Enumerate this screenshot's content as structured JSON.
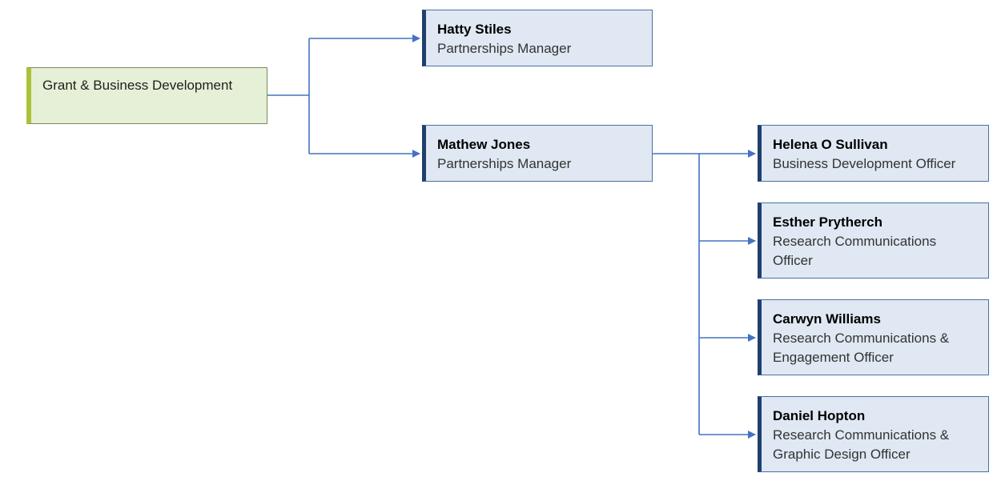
{
  "org_chart": {
    "root": {
      "label": "Grant & Business Development"
    },
    "level1": [
      {
        "name": "Hatty Stiles",
        "role": "Partnerships Manager"
      },
      {
        "name": "Mathew Jones",
        "role": "Partnerships Manager"
      }
    ],
    "level2": [
      {
        "name": "Helena O Sullivan",
        "role": "Business Development Officer"
      },
      {
        "name": "Esther Prytherch",
        "role": "Research Communications Officer"
      },
      {
        "name": "Carwyn Williams",
        "role": "Research Communications & Engagement Officer"
      },
      {
        "name": "Daniel Hopton",
        "role": "Research Communications & Graphic Design Officer"
      }
    ]
  },
  "colors": {
    "connector": "#4472c4",
    "staff_fill": "#dfe8f3",
    "staff_accent": "#1f3f6e",
    "root_fill": "#e6f0d6",
    "root_accent": "#a9c23a"
  }
}
